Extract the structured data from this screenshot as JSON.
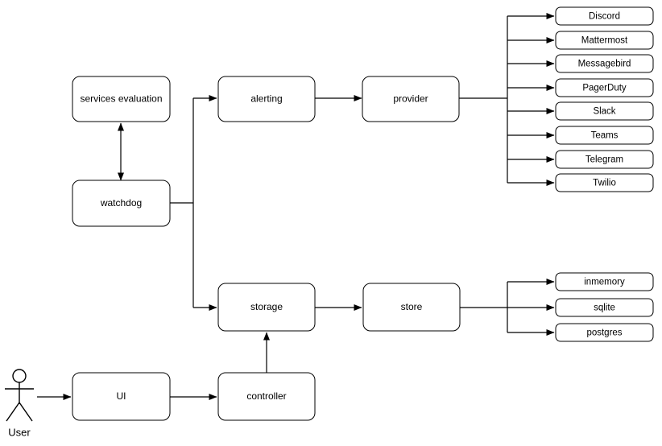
{
  "diagram": {
    "title": "architecture-flow",
    "colors": {
      "background": "#ffffff",
      "stroke": "#000000",
      "node_fill": "#ffffff",
      "text": "#000000"
    },
    "actor": {
      "label": "User",
      "shape": "stick-figure"
    },
    "nodes": {
      "services_evaluation": "services evaluation",
      "watchdog": "watchdog",
      "alerting": "alerting",
      "provider": "provider",
      "storage": "storage",
      "store": "store",
      "ui": "UI",
      "controller": "controller"
    },
    "provider_targets": [
      "Discord",
      "Mattermost",
      "Messagebird",
      "PagerDuty",
      "Slack",
      "Teams",
      "Telegram",
      "Twilio"
    ],
    "store_targets": [
      "inmemory",
      "sqlite",
      "postgres"
    ],
    "edges": [
      {
        "from": "User",
        "to": "UI",
        "type": "arrow"
      },
      {
        "from": "UI",
        "to": "controller",
        "type": "arrow"
      },
      {
        "from": "controller",
        "to": "storage",
        "type": "arrow"
      },
      {
        "from": "services evaluation",
        "to": "watchdog",
        "type": "bidirectional"
      },
      {
        "from": "watchdog",
        "to": "alerting",
        "type": "arrow"
      },
      {
        "from": "watchdog",
        "to": "storage",
        "type": "arrow"
      },
      {
        "from": "alerting",
        "to": "provider",
        "type": "arrow"
      },
      {
        "from": "storage",
        "to": "store",
        "type": "arrow"
      },
      {
        "from": "provider",
        "to": "provider_targets",
        "type": "fan-out"
      },
      {
        "from": "store",
        "to": "store_targets",
        "type": "fan-out"
      }
    ]
  }
}
